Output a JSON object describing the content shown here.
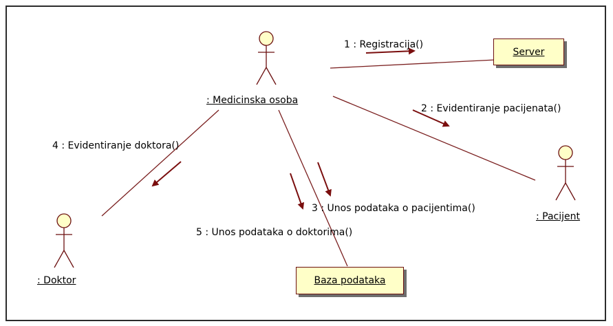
{
  "colors": {
    "link": "#7a1f1f",
    "arrow": "#7a0e0e",
    "actor_fill": "#ffffc8",
    "box_fill": "#ffffc8",
    "box_border": "#6b0f0f"
  },
  "actors": {
    "medicinska_osoba": ": Medicinska osoba",
    "pacijent": ": Pacijent",
    "doktor": ": Doktor"
  },
  "objects": {
    "server": "Server",
    "baza_podataka": "Baza  podataka"
  },
  "messages": {
    "m1": "1 : Registracija()",
    "m2": "2 : Evidentiranje pacijenata()",
    "m3": "3 : Unos podataka o pacijentima()",
    "m4": "4 : Evidentiranje doktora()",
    "m5": "5 : Unos podataka o doktorima()"
  }
}
